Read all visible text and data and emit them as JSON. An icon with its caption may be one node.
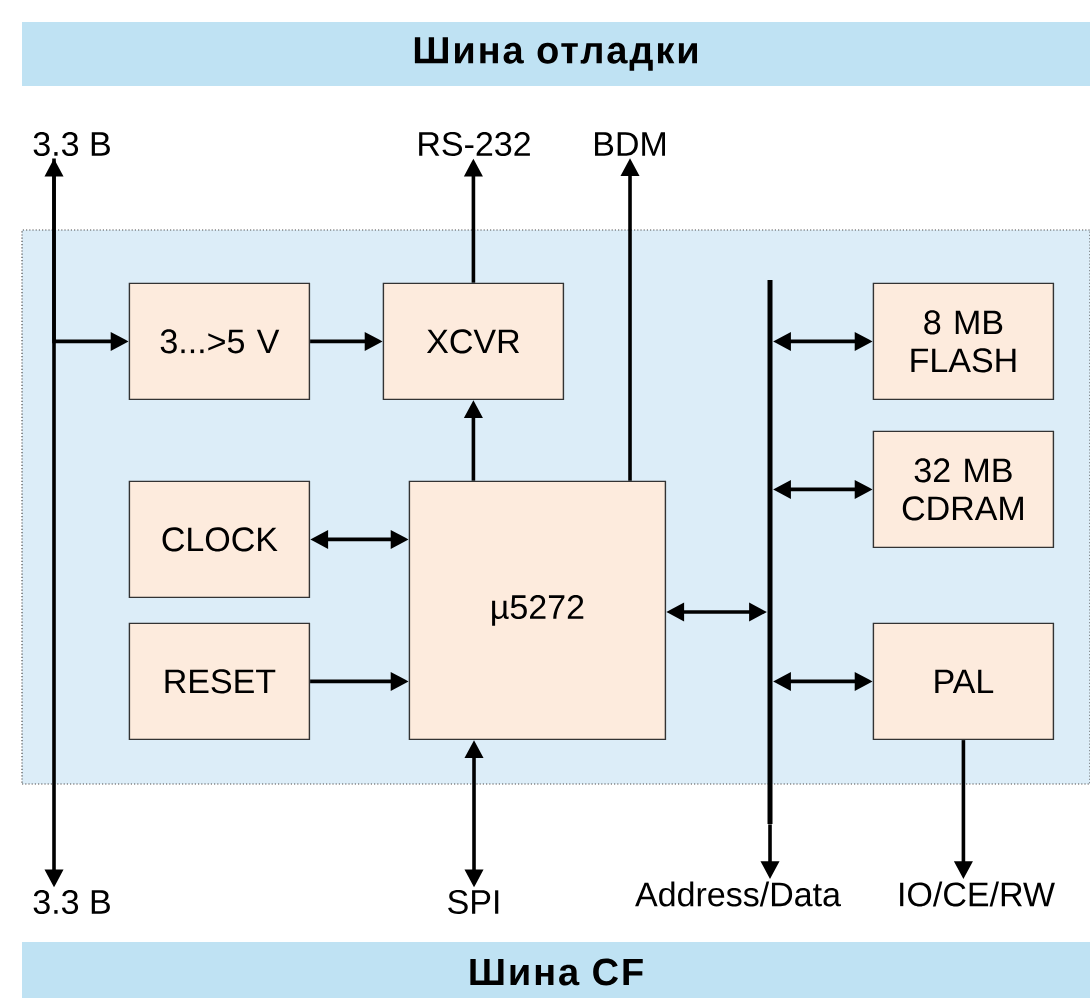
{
  "diagram": {
    "nodes": [
      {
        "text": [
          "Шина отладки"
        ]
      },
      {
        "text": [
          "Шина CF"
        ]
      },
      {
        "text": [],
        "shape": "box"
      },
      {
        "text": [
          "3...>5 V"
        ],
        "in": 2
      },
      {
        "text": [
          "XCVR"
        ],
        "in": 2
      },
      {
        "text": [
          "CLOCK"
        ],
        "in": 2
      },
      {
        "text": [
          "RESET"
        ],
        "in": 2
      },
      {
        "text": [
          "µ5272"
        ],
        "in": 2
      },
      {
        "text": [
          "8 MB FLASH"
        ],
        "in": 2
      },
      {
        "text": [
          "32 MB CDRAM"
        ],
        "in": 2
      },
      {
        "text": [
          "PAL"
        ],
        "in": 2
      },
      {
        "text": [],
        "shape": "bar"
      },
      {
        "text": [
          "3.3 В"
        ]
      },
      {
        "text": [
          "RS-232"
        ]
      },
      {
        "text": [
          "BDM"
        ]
      },
      {
        "text": [
          "3.3 В"
        ]
      },
      {
        "text": [
          "SPI"
        ]
      },
      {
        "text": [
          "Address/Data"
        ]
      },
      {
        "text": [
          "IO/CE/RW"
        ]
      }
    ],
    "edges": [
      {
        "from": 12,
        "to": 15,
        "arrow": "both"
      },
      {
        "from": 12,
        "to": 3,
        "arrow": "to"
      },
      {
        "from": 3,
        "to": 4,
        "arrow": "to"
      },
      {
        "from": 4,
        "to": 13,
        "arrow": "to"
      },
      {
        "from": 7,
        "to": 4,
        "arrow": "to"
      },
      {
        "from": 7,
        "to": 14,
        "arrow": "to"
      },
      {
        "from": 5,
        "to": 7,
        "arrow": "both"
      },
      {
        "from": 6,
        "to": 7,
        "arrow": "to"
      },
      {
        "from": 7,
        "to": 11,
        "arrow": "both"
      },
      {
        "from": 11,
        "to": 8,
        "arrow": "both"
      },
      {
        "from": 11,
        "to": 9,
        "arrow": "both"
      },
      {
        "from": 11,
        "to": 10,
        "arrow": "both"
      },
      {
        "from": 11,
        "to": 17,
        "arrow": "to"
      },
      {
        "from": 10,
        "to": 18,
        "arrow": "to"
      },
      {
        "from": 7,
        "to": 16,
        "arrow": "both"
      }
    ]
  }
}
